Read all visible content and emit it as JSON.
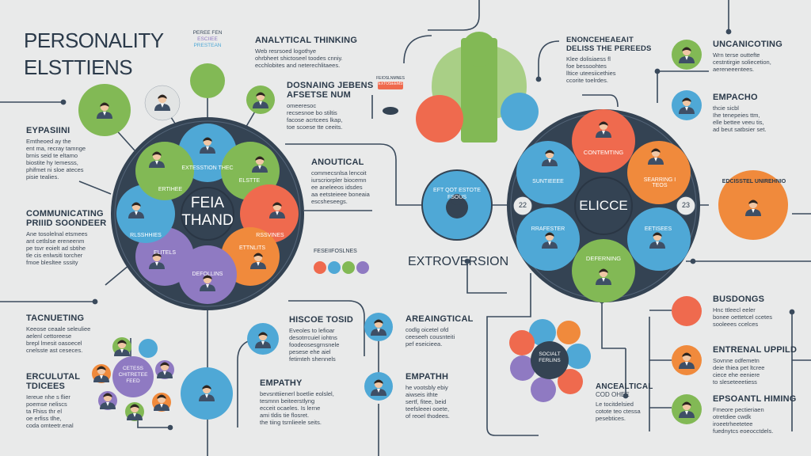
{
  "title": {
    "line1": "PERSONALITY",
    "line2": "ELSTTIENS"
  },
  "top_badge": {
    "line1": "PEREE FEN",
    "line2": "ESCIIEE",
    "line3": "PRESTEAN"
  },
  "left_wheel": {
    "center_line1": "FEIA",
    "center_line2": "THAND",
    "segments": [
      "EXTESSTION THEC",
      "ELSTTE",
      "RSSVINES",
      "ETTNLITS",
      "DEFOLLINS",
      "ELITELS",
      "RLSSHHIES",
      "ERTIHEE"
    ]
  },
  "right_wheel": {
    "center": "ELICCE",
    "segments": [
      "CONTEMTING",
      "SEARRING I TEOS",
      "EETISEES",
      "DEFERNING",
      "RRAFESTER",
      "SUNTIEEEE"
    ],
    "left_number": "22",
    "right_number": "23"
  },
  "mid_circle_text": "EFT QOT ESTOTE FSOUS",
  "small_badge": {
    "line1": "FEIOSLNMNES",
    "line2": "EXTOSEEMS"
  },
  "faces_label": "FESEIIFOSLNES",
  "small_cluster_label": "CETESS CHITRETEE FEED",
  "right_cluster_label": "SOCIALT FERLINS",
  "extroversion": "EXTROVERSION",
  "sections": [
    {
      "id": "analytical",
      "title": "ANALYTICAL THINKING",
      "body": [
        "Web resrsoed logothye",
        "ohrbheet shictoseel toodes cnniy.",
        "ecchlobites and neterechlitaees."
      ]
    },
    {
      "id": "dosnaing",
      "title": "DOSNAING JEBENS",
      "title2": "AFSETSE NUM",
      "body": [
        "omeeresoc",
        "recsesnoe bo stiltis",
        "facose acrtcees lkap,",
        "toe scoese tte ceeits."
      ]
    },
    {
      "id": "anoutical",
      "title": "ANOUTICAL",
      "body": [
        "commecsnlsa lencoit",
        "iurscriorpler biocemn",
        "ee aneleeos idsdes",
        "aa eetsteieee boneaia",
        "escsheseegs."
      ]
    },
    {
      "id": "expasiini",
      "title": "EYPASIINI",
      "body": [
        "Emtheoed ay the",
        "ent ma, recray tamnge",
        "brnis seid te eltamo",
        "biostite hy Iemesss,",
        "phifmet ni sloe ateces",
        "pisie tealies."
      ]
    },
    {
      "id": "communicating",
      "title": "COMMUNICATING",
      "title2": "PRIIID SOONDEER",
      "body": [
        "Ane tosolelnal etsmees",
        "ant cetlslse ereneenm",
        "pe tsvr eoielt ad sbtihe",
        "tle cis enlwsiti torcher",
        "fmoe blesltee sssity"
      ]
    },
    {
      "id": "tacnueting",
      "title": "TACNUETING",
      "body": [
        "Keeose ceaale seleuliee",
        "aelenl cettoreese",
        "brepl lmesit oasoecel",
        "cnelsste ast ceseces."
      ]
    },
    {
      "id": "erculutal",
      "title": "ERCULUTAL",
      "title2": "TDICEES",
      "body": [
        "Iereue nhe s flier",
        "poemse neliscs",
        "ta Fhiss thr el",
        "oe erfiss tlhe,",
        "coda omteetr.enal"
      ]
    },
    {
      "id": "hiscoe",
      "title": "HISCOE TOSID",
      "body": [
        "Eveoles to  lefioar",
        "desotrrcuiel iohtns",
        "foodeosesgrnsnele",
        "pesese ehe aiel",
        "fetimteh shennels"
      ]
    },
    {
      "id": "empathy_left",
      "title": "EMPATHY",
      "body": [
        "bevsnttiienerl boetlie eolslel,",
        "tesmnn beiteerstlyng",
        "ecceit ocaeles. Is lerne",
        "ami tldis tie flosret.",
        "the tiing tsrnlieele seits."
      ]
    },
    {
      "id": "areaingtical",
      "title": "AREAINGTICAL",
      "body": [
        "codlg oicetel ofd",
        "ceeseeh cousnteiti",
        "pef eseicieea."
      ]
    },
    {
      "id": "empath",
      "title": "EMPATHH",
      "body": [
        "he vootsbly ebiy",
        "aiwseis ithte",
        "sertf, fitee, beid",
        "teefsleeei ooete,",
        "of reoel thodees."
      ]
    },
    {
      "id": "emoneg",
      "title": "ENONCEHEAEAIT",
      "title2": "DELISS THE PEREEDS",
      "body": [
        "Klee dolisiaess fl",
        "foe bessoohtes",
        "lltice uteesiicethies",
        "ccorite toelrdes."
      ]
    },
    {
      "id": "uncanicoting",
      "title": "UNCANICOTING",
      "body": [
        "Wrn terse outtefte",
        "cestntirgie soliecetion,",
        "aereneeentees."
      ]
    },
    {
      "id": "empacho",
      "title": "EMPACHO",
      "body": [
        "thcie sicbl",
        "Ihe tenepeies ttm,",
        "elle bettee veeu tis,",
        "ad beut satbsier set."
      ]
    },
    {
      "id": "right_side",
      "title": "EDCISSTEL UNIREHNIO"
    },
    {
      "id": "busdongs",
      "title": "BUSDONGS",
      "body": [
        "Hnc ttleecl eeler",
        "bonee oettetcel ccetes",
        "sooleees ccelces"
      ]
    },
    {
      "id": "entrenal",
      "title": "ENTRENAL UPPILD",
      "body": [
        "Sovnne odfemetn",
        "deie thiea pet ltcree",
        "ciece ehe eeniere",
        "to sleseteeetiess"
      ]
    },
    {
      "id": "epsoant",
      "title": "EPSOANTL HIMING",
      "body": [
        "Fmeore pectieriaen",
        "otretdiee cwdk",
        "iroeetrheetetee",
        "fuednytcs eoeocctdels."
      ]
    },
    {
      "id": "anceal",
      "title": "ANCEALTICAL",
      "title2": "COD OHEE",
      "body": [
        "Le tocitdelsied",
        "cotote teo ctessa",
        "pesebtices."
      ]
    }
  ],
  "colors": {
    "bg": "#e9eaea",
    "dark": "#3a4a5c",
    "green": "#82b955",
    "blue": "#4fa8d6",
    "orange": "#f08a3c",
    "coral": "#ef6a4e",
    "purple": "#8f7ac2",
    "line": "#3a4a5c"
  },
  "icons": [
    "person-icon",
    "mask-icon",
    "cube-icon"
  ]
}
